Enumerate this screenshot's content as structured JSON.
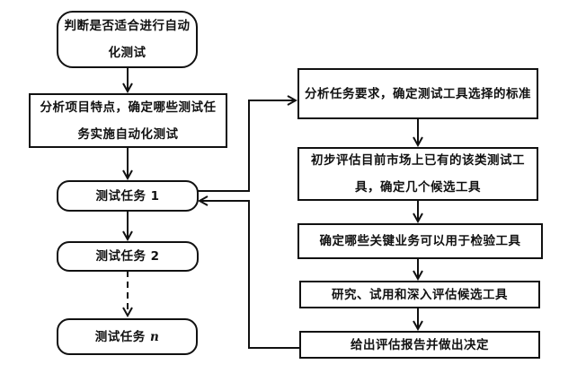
{
  "diagram": {
    "type": "flowchart",
    "left_column": [
      {
        "id": "decide",
        "text": "判断是否适合进行自动化测试",
        "shape": "rounded"
      },
      {
        "id": "analyze-project",
        "text": "分析项目特点，确定哪些测试任务实施自动化测试",
        "shape": "rect"
      },
      {
        "id": "task-1",
        "text": "测试任务 1",
        "shape": "rounded"
      },
      {
        "id": "task-2",
        "text": "测试任务 2",
        "shape": "rounded"
      },
      {
        "id": "task-n",
        "text_prefix": "测试任务 ",
        "text_suffix": "n",
        "shape": "rounded"
      }
    ],
    "right_column": [
      {
        "id": "analyze-requirements",
        "text": "分析任务要求，确定测试工具选择的标准",
        "shape": "rect"
      },
      {
        "id": "initial-evaluation",
        "text": "初步评估目前市场上已有的该类测试工具，确定几个候选工具",
        "shape": "rect"
      },
      {
        "id": "key-business",
        "text": "确定哪些关键业务可以用于检验工具",
        "shape": "rect"
      },
      {
        "id": "research-trial",
        "text": "研究、试用和深入评估候选工具",
        "shape": "rect"
      },
      {
        "id": "report-decision",
        "text": "给出评估报告并做出决定",
        "shape": "rect"
      }
    ],
    "edges": [
      {
        "from": "decide",
        "to": "analyze-project",
        "style": "solid"
      },
      {
        "from": "analyze-project",
        "to": "task-1",
        "style": "solid"
      },
      {
        "from": "task-1",
        "to": "task-2",
        "style": "solid"
      },
      {
        "from": "task-2",
        "to": "task-n",
        "style": "dashed"
      },
      {
        "from": "task-1",
        "to": "analyze-requirements",
        "style": "solid"
      },
      {
        "from": "analyze-requirements",
        "to": "initial-evaluation",
        "style": "solid"
      },
      {
        "from": "initial-evaluation",
        "to": "key-business",
        "style": "solid"
      },
      {
        "from": "key-business",
        "to": "research-trial",
        "style": "solid"
      },
      {
        "from": "research-trial",
        "to": "report-decision",
        "style": "solid"
      },
      {
        "from": "report-decision",
        "to": "task-1",
        "style": "solid"
      }
    ]
  }
}
